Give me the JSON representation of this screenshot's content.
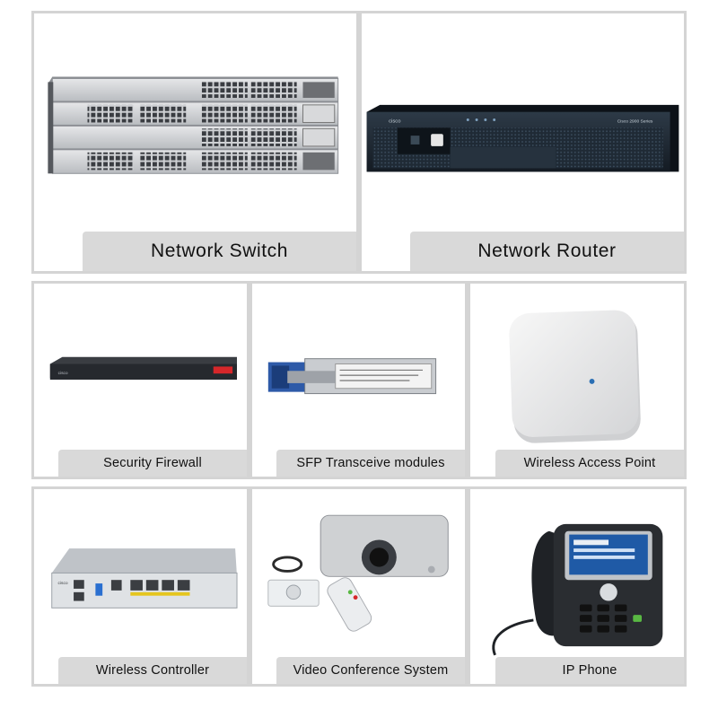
{
  "products": [
    {
      "id": "network-switch",
      "label": "Network Switch",
      "icon": "network-switch-image"
    },
    {
      "id": "network-router",
      "label": "Network Router",
      "icon": "network-router-image"
    },
    {
      "id": "security-firewall",
      "label": "Security Firewall",
      "icon": "security-firewall-image"
    },
    {
      "id": "sfp-transceiver",
      "label": "SFP Transceive modules",
      "icon": "sfp-transceiver-image"
    },
    {
      "id": "wireless-access-point",
      "label": "Wireless Access Point",
      "icon": "wireless-access-point-image"
    },
    {
      "id": "wireless-controller",
      "label": "Wireless Controller",
      "icon": "wireless-controller-image"
    },
    {
      "id": "video-conference",
      "label": "Video Conference System",
      "icon": "video-conference-image"
    },
    {
      "id": "ip-phone",
      "label": "IP Phone",
      "icon": "ip-phone-image"
    }
  ],
  "colors": {
    "label_bg": "#d9d9d9",
    "border": "#d4d4d4",
    "accent_red": "#d6272a"
  }
}
